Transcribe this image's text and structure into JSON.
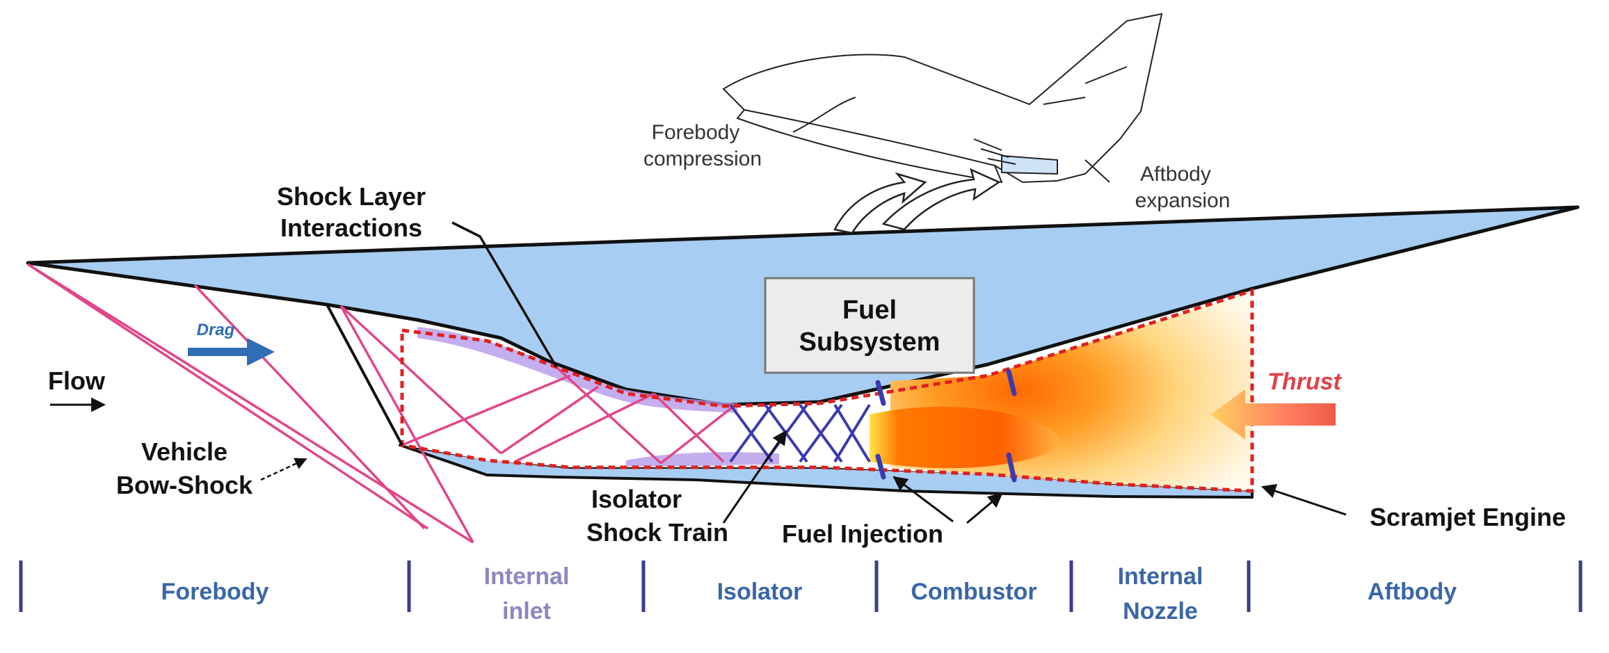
{
  "labels": {
    "shock_layer_1": "Shock Layer",
    "shock_layer_2": "Interactions",
    "forebody_compression_1": "Forebody",
    "forebody_compression_2": "compression",
    "aftbody_expansion_1": "Aftbody",
    "aftbody_expansion_2": "expansion",
    "fuel_subsystem_1": "Fuel",
    "fuel_subsystem_2": "Subsystem",
    "flow": "Flow",
    "drag": "Drag",
    "thrust": "Thrust",
    "bow_shock_1": "Vehicle",
    "bow_shock_2": "Bow-Shock",
    "isolator_train_1": "Isolator",
    "isolator_train_2": "Shock Train",
    "fuel_injection": "Fuel Injection",
    "scramjet_engine": "Scramjet Engine"
  },
  "sections": {
    "forebody": "Forebody",
    "internal_inlet_1": "Internal",
    "internal_inlet_2": "inlet",
    "isolator": "Isolator",
    "combustor": "Combustor",
    "internal_nozzle_1": "Internal",
    "internal_nozzle_2": "Nozzle",
    "aftbody": "Aftbody"
  },
  "colors": {
    "vehicle_fill": "#a8cdf2",
    "shock_line": "#e0468a",
    "isolator_shock": "#3a3ab0",
    "boundary_dash": "#e02020",
    "drag_arrow": "#2f6db5",
    "thrust_text": "#e0404a",
    "section_text": "#3a66a8",
    "section_light": "#8c86c2",
    "divider": "#3c3c8c"
  }
}
